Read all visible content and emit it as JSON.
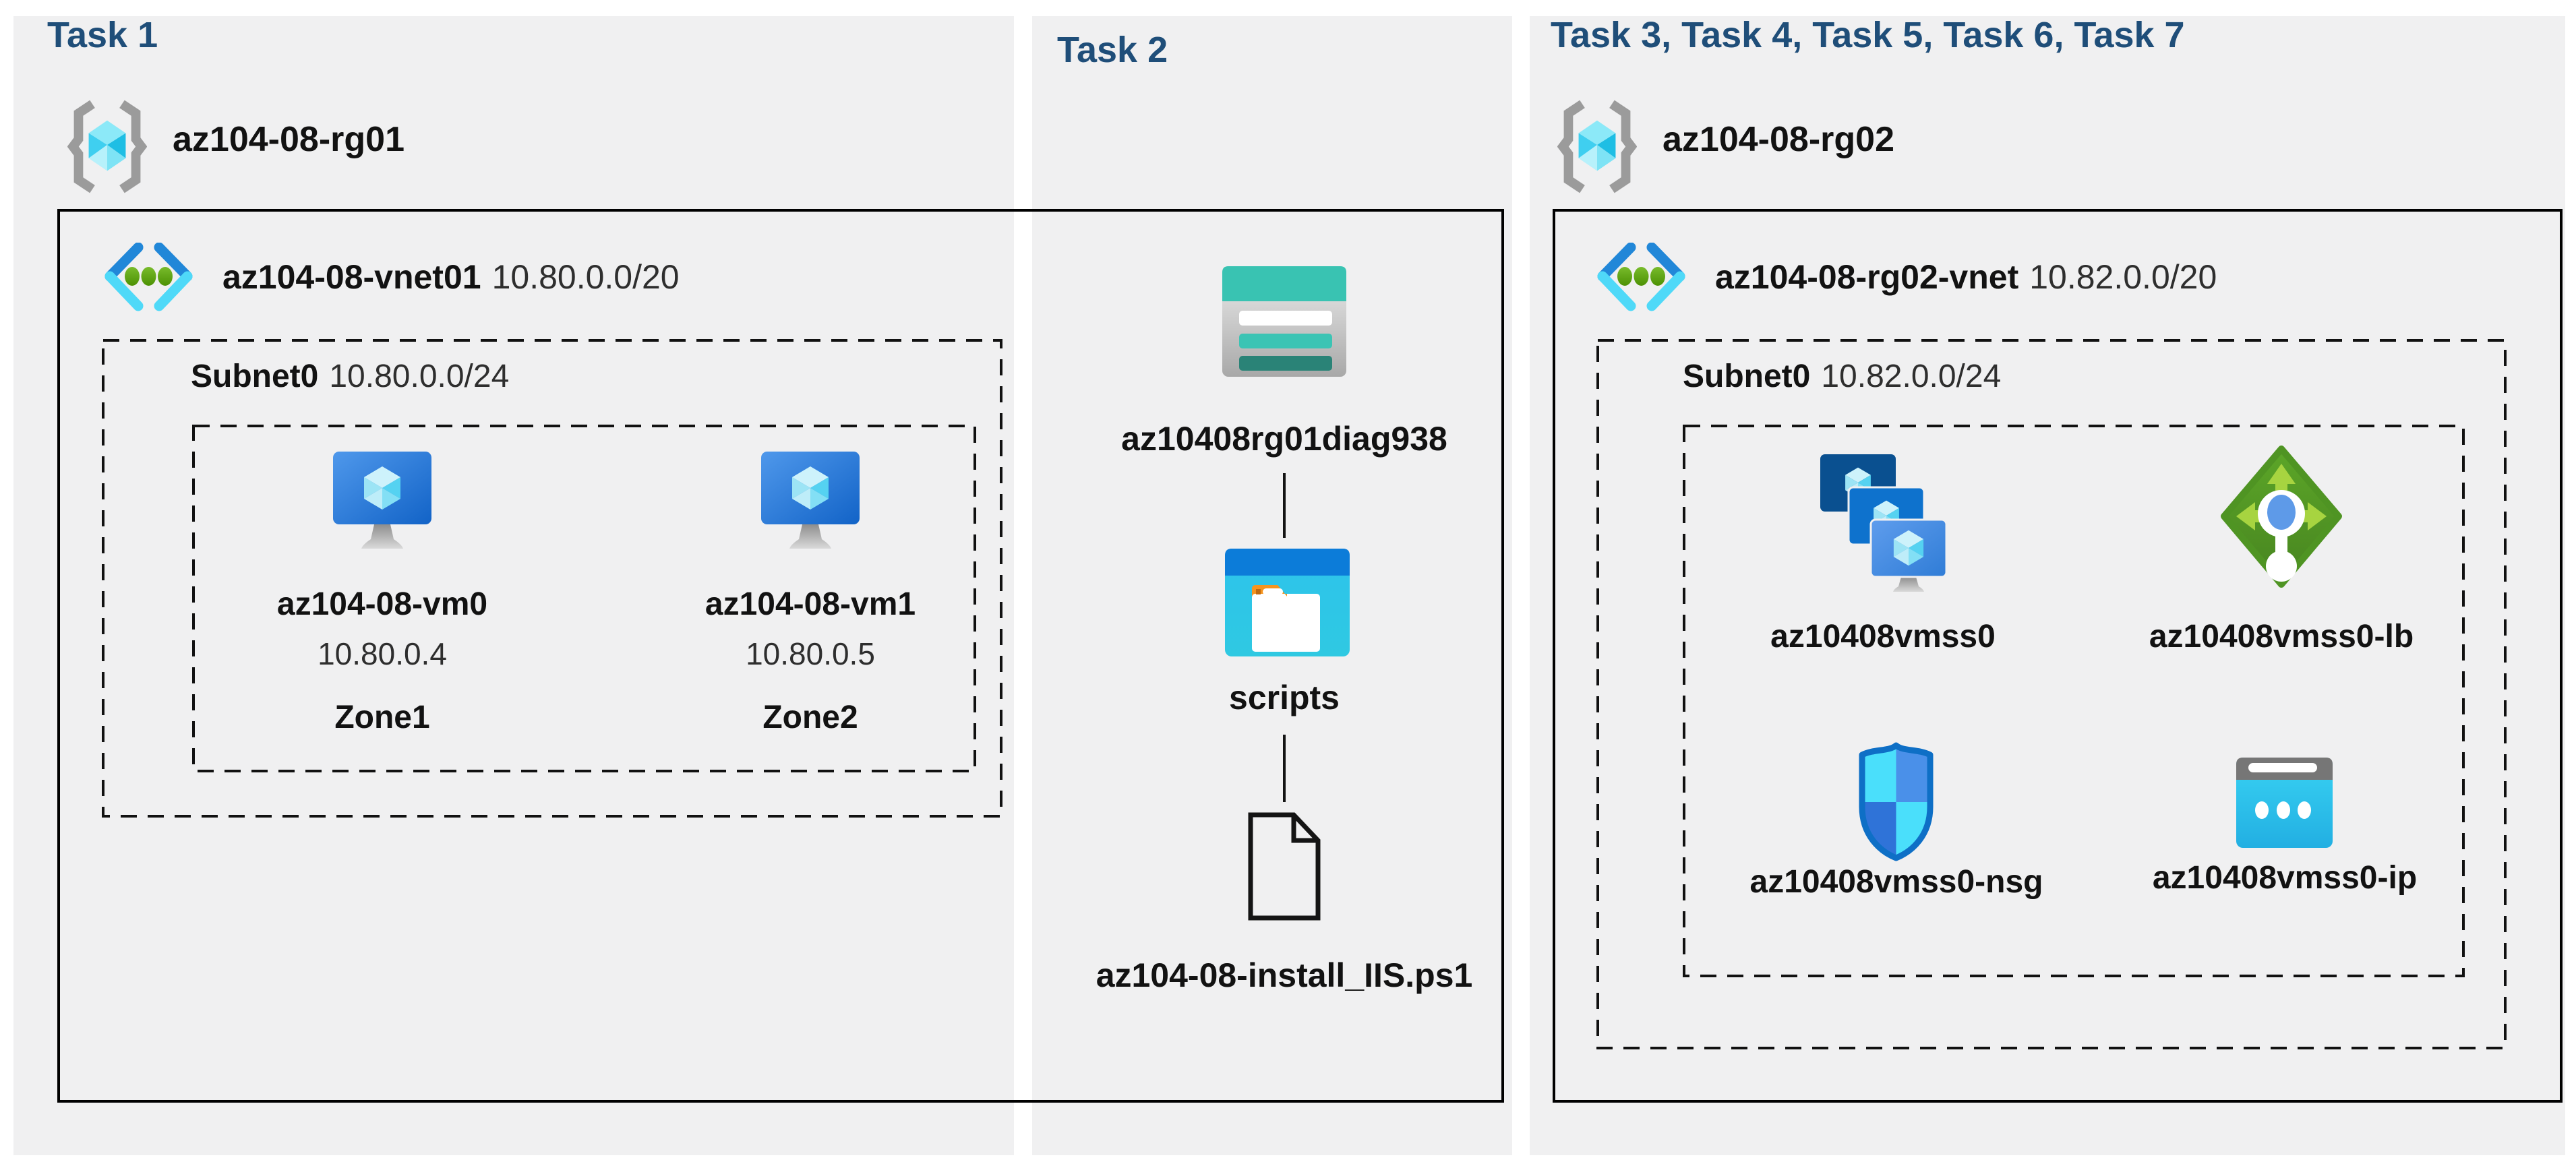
{
  "colors": {
    "title_navy": "#1F4E79",
    "panel_background": "#F0F0F1",
    "storage_teal": "#39C3B2",
    "folder_blue": "#0C7CD9",
    "load_balancer_green": "#5CA628",
    "vm_blue": "#2F7CD6",
    "nsg_border_blue": "#0E6FC6",
    "public_ip_cyan": "#39D2F3",
    "vnet_dot_green": "#5EA31A",
    "cube_cyan": "#55D2F1"
  },
  "panels": [
    {
      "id": "task1",
      "title": "Task 1",
      "resource_group": {
        "name": "az104-08-rg01",
        "icon": "resource-group-icon"
      },
      "vnet": {
        "name": "az104-08-vnet01",
        "cidr": "10.80.0.0/20",
        "icon": "virtual-network-icon"
      },
      "subnet": {
        "name": "Subnet0",
        "cidr": "10.80.0.0/24"
      },
      "vms": [
        {
          "name": "az104-08-vm0",
          "ip": "10.80.0.4",
          "zone": "Zone1",
          "icon": "virtual-machine-icon"
        },
        {
          "name": "az104-08-vm1",
          "ip": "10.80.0.5",
          "zone": "Zone2",
          "icon": "virtual-machine-icon"
        }
      ]
    },
    {
      "id": "task2",
      "title": "Task 2",
      "storage_account": {
        "name": "az10408rg01diag938",
        "icon": "storage-account-icon"
      },
      "container": {
        "name": "scripts",
        "icon": "folder-icon"
      },
      "file": {
        "name": "az104-08-install_IIS.ps1",
        "icon": "file-icon"
      }
    },
    {
      "id": "task3",
      "title": "Task 3, Task 4, Task 5, Task 6, Task 7",
      "resource_group": {
        "name": "az104-08-rg02",
        "icon": "resource-group-icon"
      },
      "vnet": {
        "name": "az104-08-rg02-vnet",
        "cidr": "10.82.0.0/20",
        "icon": "virtual-network-icon"
      },
      "subnet": {
        "name": "Subnet0",
        "cidr": "10.82.0.0/24"
      },
      "resources": [
        {
          "name": "az10408vmss0",
          "type": "vm-scale-set",
          "icon": "vmss-icon"
        },
        {
          "name": "az10408vmss0-lb",
          "type": "load-balancer",
          "icon": "load-balancer-icon"
        },
        {
          "name": "az10408vmss0-nsg",
          "type": "network-security-group",
          "icon": "nsg-shield-icon"
        },
        {
          "name": "az10408vmss0-ip",
          "type": "public-ip-address",
          "icon": "public-ip-icon"
        }
      ]
    }
  ]
}
